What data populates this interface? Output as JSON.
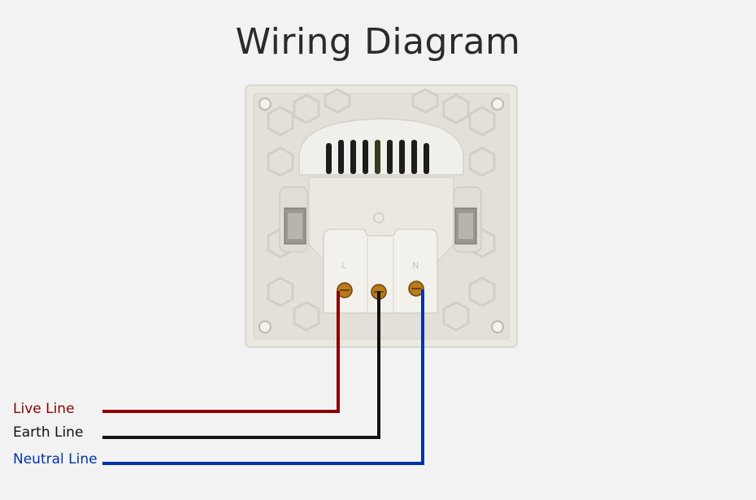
{
  "title": "Wiring Diagram",
  "terminals": [
    "L",
    "N"
  ],
  "wires": [
    {
      "label": "Live Line",
      "color": "#8b0000"
    },
    {
      "label": "Earth Line",
      "color": "#111111"
    },
    {
      "label": "Neutral Line",
      "color": "#0033aa"
    }
  ],
  "socket_colors": {
    "plate": "#e6e3dc",
    "hex_pattern": "#d9d6ce",
    "terminal": "#b87a1a"
  }
}
